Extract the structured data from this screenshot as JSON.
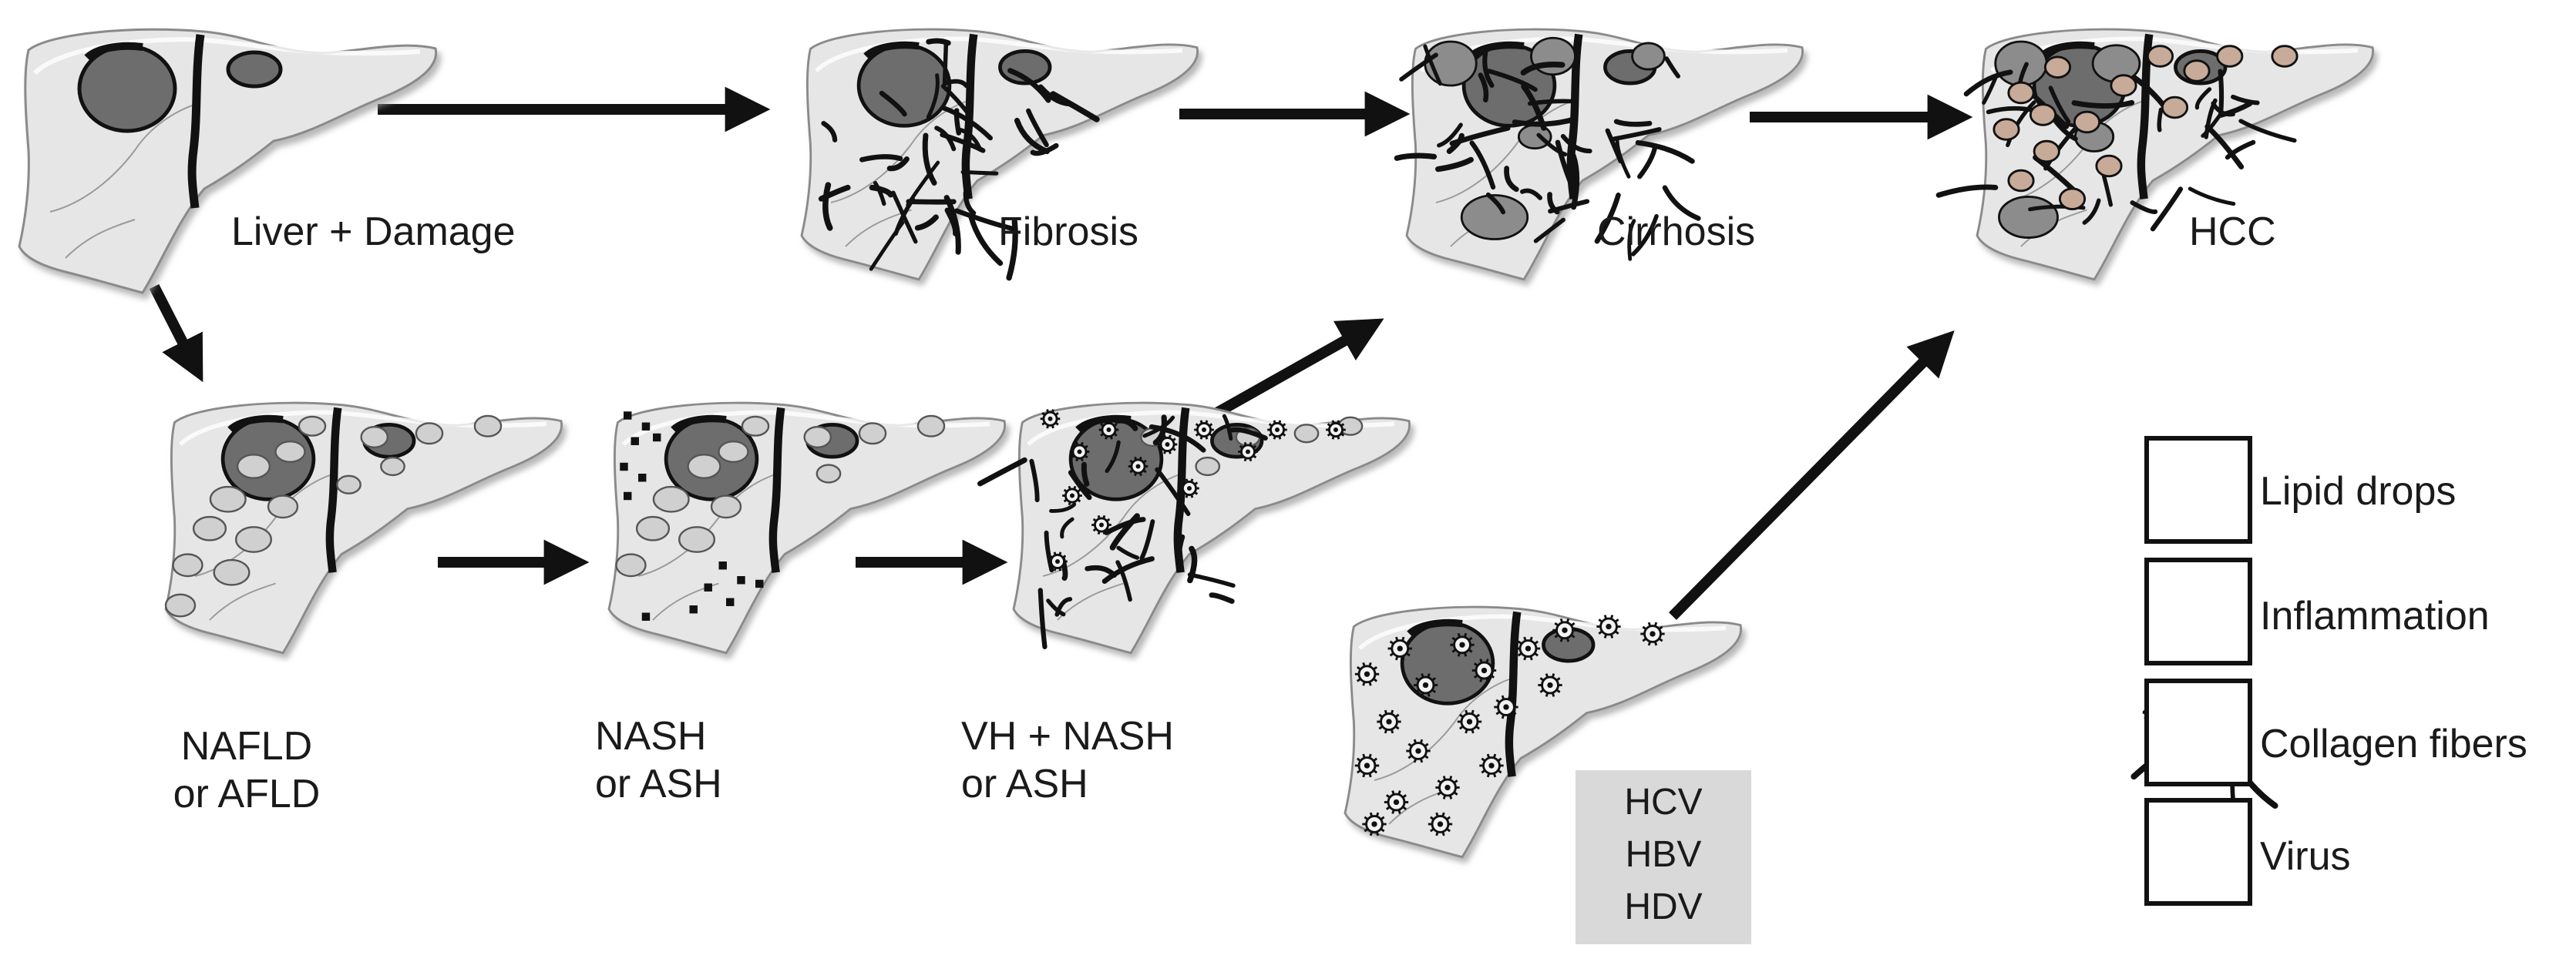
{
  "colors": {
    "liver_fill": "#e6e6e6",
    "liver_shade": "#bfbfbf",
    "lobe_dark": "#6d6d6d",
    "lipid": "#d0d0d0",
    "tumor": "#c7aa98",
    "nodule": "#8c8c8c",
    "ink": "#111111",
    "virus_box": "#d9d9d9"
  },
  "stages": {
    "liver_damage": "Liver + Damage",
    "fibrosis": "Fibrosis",
    "cirrhosis": "Cirrhosis",
    "hcc": "HCC",
    "nafld": [
      "NAFLD",
      "or AFLD"
    ],
    "nash": [
      "NASH",
      "or ASH"
    ],
    "vh_nash": [
      "VH + NASH",
      "or ASH"
    ]
  },
  "viruses": [
    "HCV",
    "HBV",
    "HDV"
  ],
  "legend": [
    {
      "label": "Lipid drops",
      "icon": "lipid-drops-icon"
    },
    {
      "label": "Inflammation",
      "icon": "inflammation-icon"
    },
    {
      "label": "Collagen fibers",
      "icon": "collagen-fibers-icon"
    },
    {
      "label": "Virus",
      "icon": "virus-icon"
    }
  ]
}
